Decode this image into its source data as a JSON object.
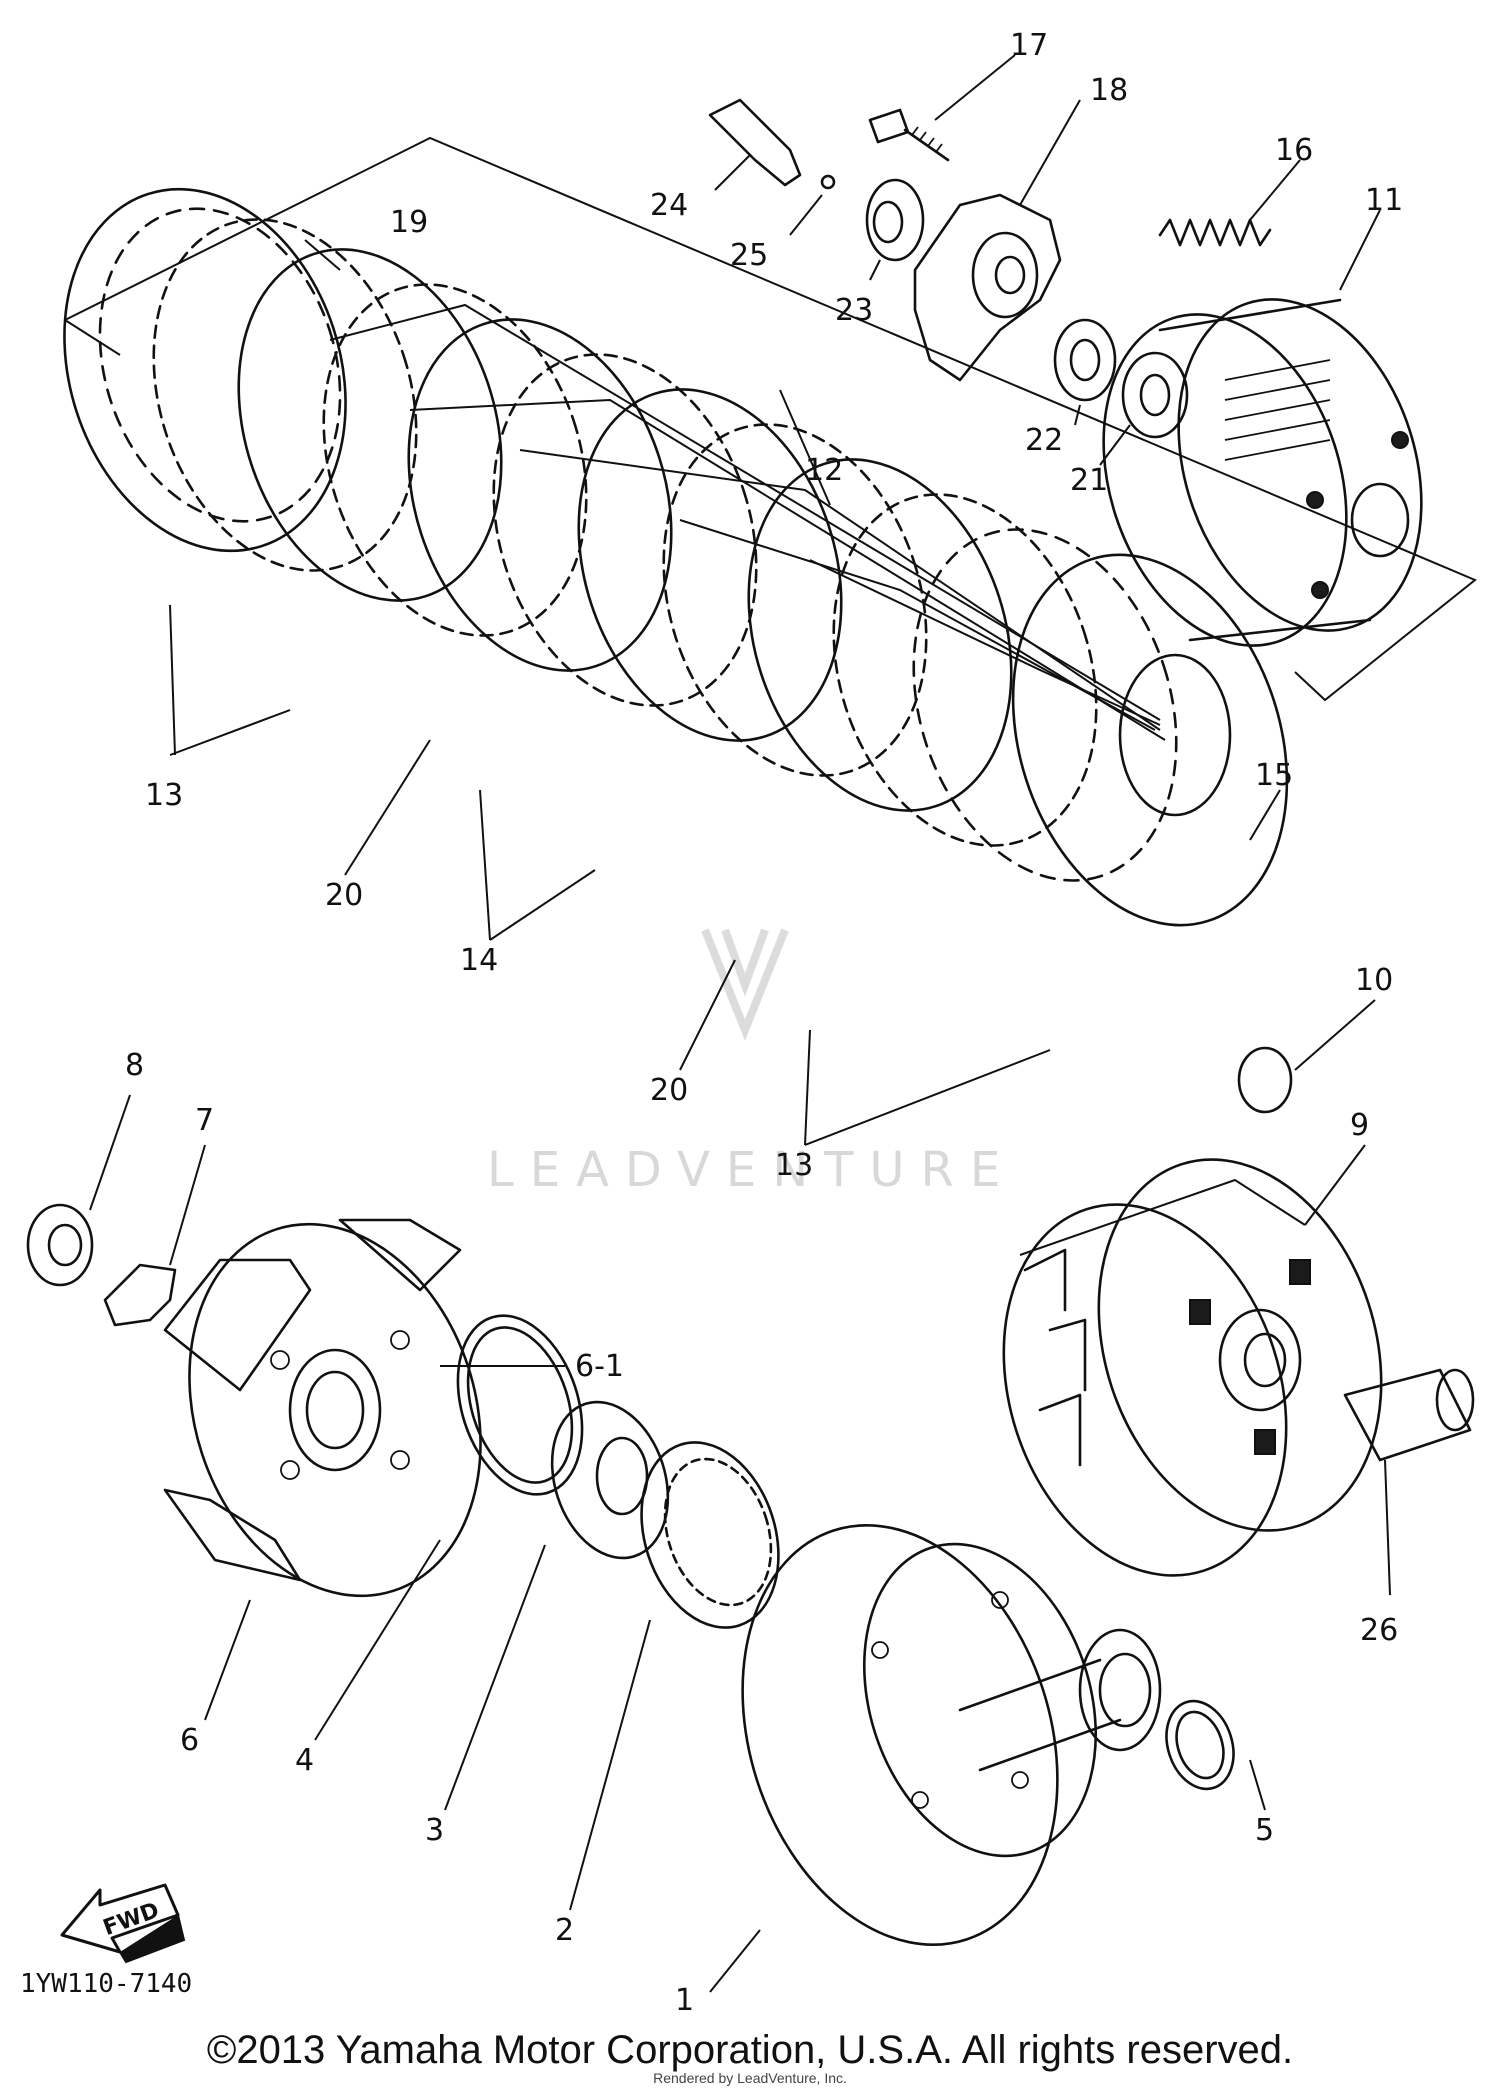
{
  "callouts": {
    "c1": "1",
    "c2": "2",
    "c3": "3",
    "c4": "4",
    "c5": "5",
    "c6": "6",
    "c6_1": "6-1",
    "c7": "7",
    "c8": "8",
    "c9": "9",
    "c10": "10",
    "c11": "11",
    "c12": "12",
    "c13a": "13",
    "c13b": "13",
    "c14": "14",
    "c15": "15",
    "c16": "16",
    "c17": "17",
    "c18": "18",
    "c19": "19",
    "c20a": "20",
    "c20b": "20",
    "c21": "21",
    "c22": "22",
    "c23": "23",
    "c24": "24",
    "c25": "25",
    "c26": "26"
  },
  "fwd_label": "FWD",
  "diagram_code": "1YW110-7140",
  "watermark": "LEADVENTURE",
  "copyright": "©2013 Yamaha Motor Corporation, U.S.A. All rights reserved.",
  "rendered_by": "Rendered by LeadVenture, Inc."
}
